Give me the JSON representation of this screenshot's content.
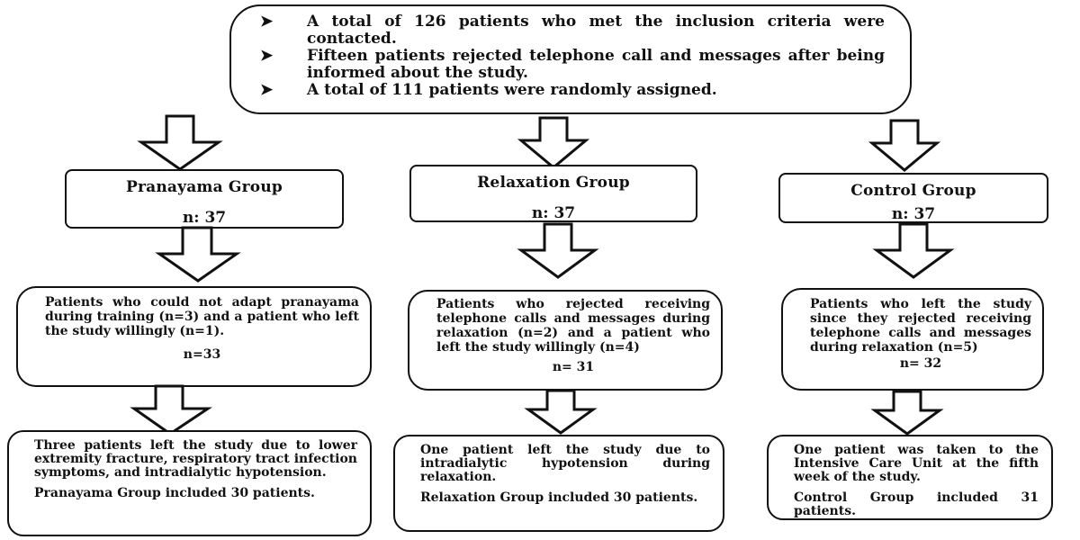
{
  "top_box": {
    "bullet_icon": "arrowhead-bullet",
    "items": [
      "A total of 126 patients who met the inclusion criteria were contacted.",
      "Fifteen patients rejected telephone call and messages after being informed about the study.",
      "A total of 111 patients were randomly assigned."
    ]
  },
  "groups": [
    {
      "name": "Pranayama Group",
      "n": "n: 37",
      "dropout_text": "Patients who could not adapt pranayama during training (n=3) and a patient who left the study willingly (n=1).",
      "remaining": "n=33",
      "final_text": "Three patients left the study due to lower extremity fracture, respiratory tract infection symptoms, and intradialytic hypotension.",
      "final_count": "Pranayama Group included 30 patients."
    },
    {
      "name": "Relaxation Group",
      "n": "n: 37",
      "dropout_text": "Patients who rejected receiving telephone calls and messages during relaxation (n=2) and a patient who left the study willingly (n=4)",
      "remaining": "n= 31",
      "final_text": "One patient left the study due to intradialytic hypotension during relaxation.",
      "final_count": "Relaxation Group included 30 patients."
    },
    {
      "name": "Control Group",
      "n": "n: 37",
      "dropout_text": "Patients who left the study since they rejected receiving telephone calls and messages during relaxation (n=5)",
      "remaining": "n= 32",
      "final_text": "One patient was taken to the Intensive Care Unit at the fifth week of the study.",
      "final_count": "Control Group included 31 patients."
    }
  ]
}
